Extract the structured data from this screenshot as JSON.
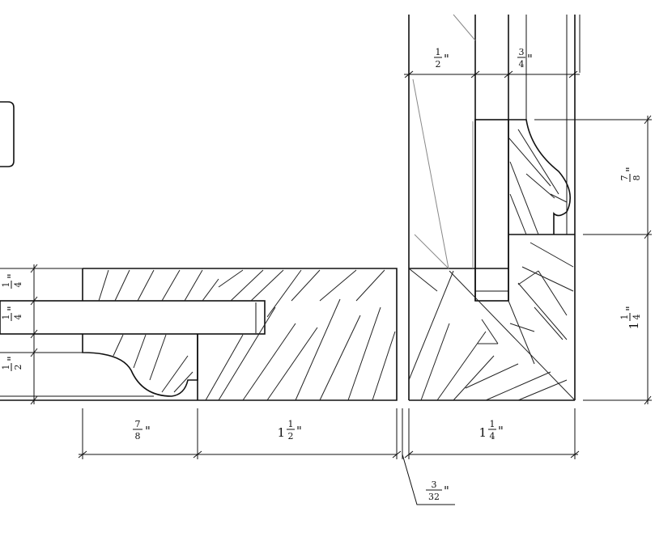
{
  "dimensions": {
    "rail_7_8": {
      "whole": "",
      "num": "7",
      "den": "8",
      "unit": "\""
    },
    "rail_1_1_2": {
      "whole": "1",
      "num": "1",
      "den": "2",
      "unit": "\""
    },
    "stile_1_1_4_bottom": {
      "whole": "1",
      "num": "1",
      "den": "4",
      "unit": "\""
    },
    "gap_3_32": {
      "whole": "",
      "num": "3",
      "den": "32",
      "unit": "\""
    },
    "top_1_2": {
      "whole": "",
      "num": "1",
      "den": "2",
      "unit": "\""
    },
    "top_3_4": {
      "whole": "",
      "num": "3",
      "den": "4",
      "unit": "\""
    },
    "right_7_8": {
      "whole": "",
      "num": "7",
      "den": "8",
      "unit": "\""
    },
    "right_1_1_4": {
      "whole": "1",
      "num": "1",
      "den": "4",
      "unit": "\""
    },
    "left_1_4_top": {
      "whole": "",
      "num": "1",
      "den": "4",
      "unit": "\""
    },
    "left_1_4_mid": {
      "whole": "",
      "num": "1",
      "den": "4",
      "unit": "\""
    },
    "left_1_2": {
      "whole": "",
      "num": "1",
      "den": "2",
      "unit": "\""
    }
  }
}
